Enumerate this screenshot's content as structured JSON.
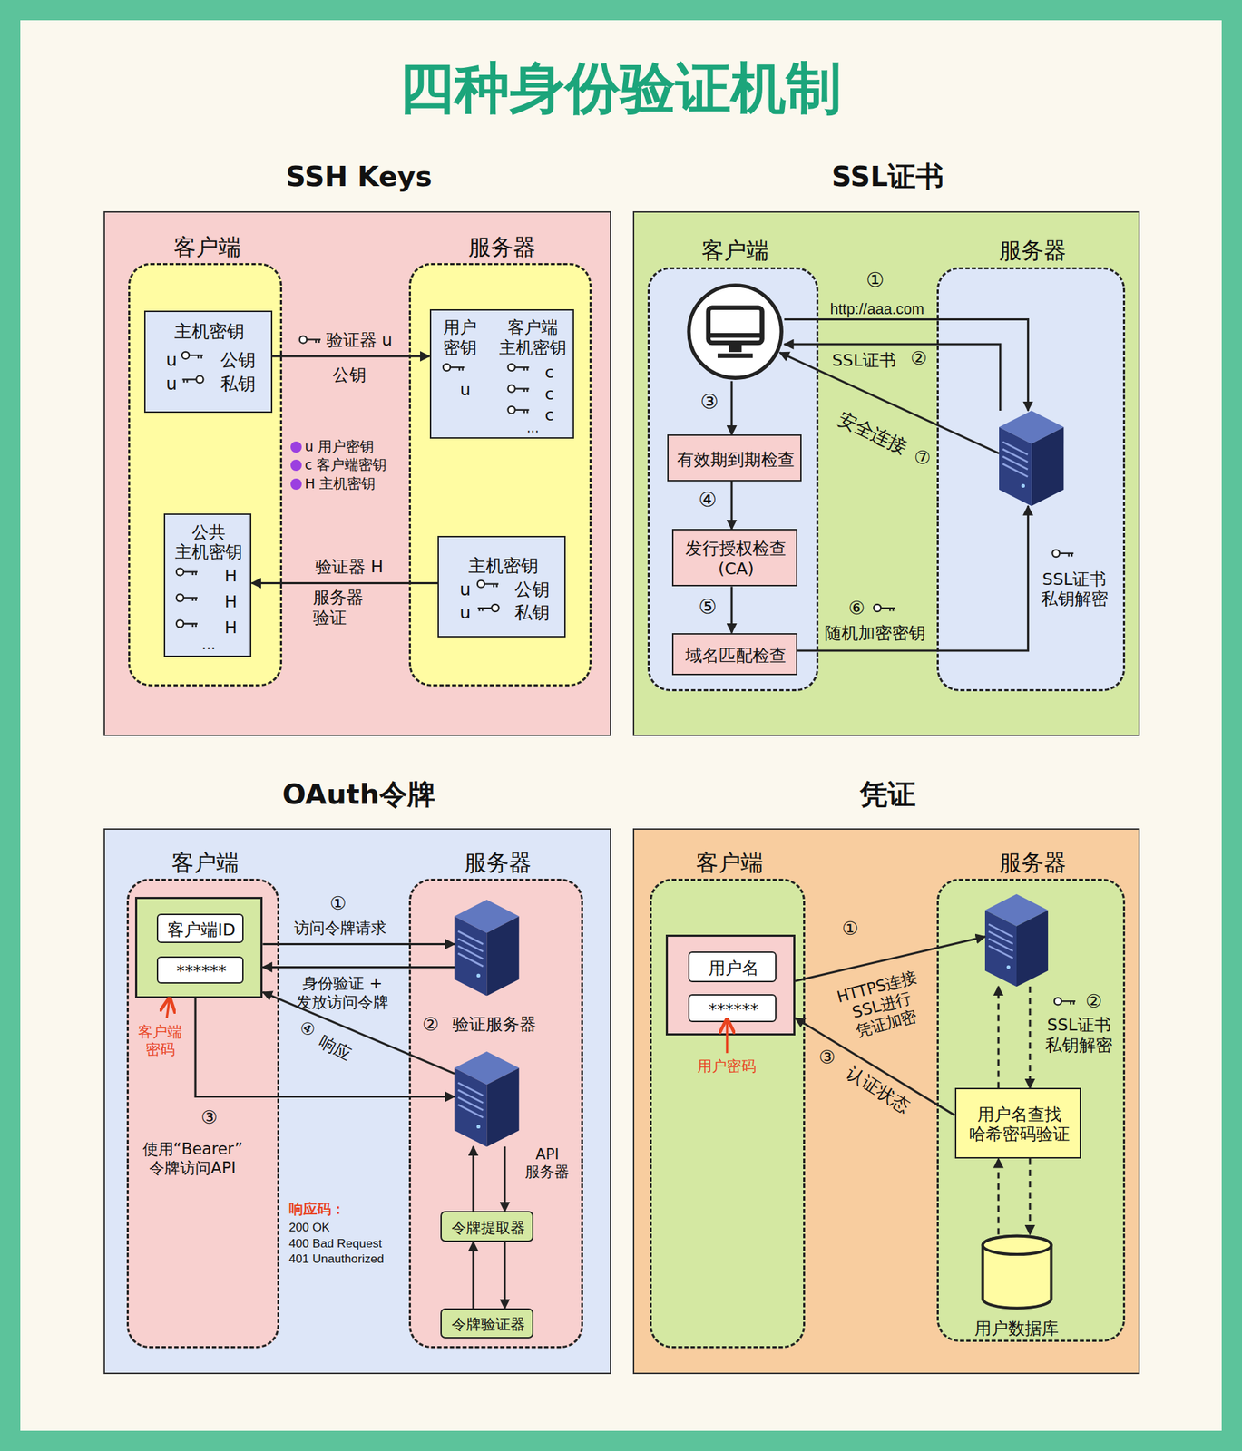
{
  "diagram": {
    "title": "四种身份验证机制",
    "nodes": [
      {
        "text": [
          "SSH Keys"
        ]
      },
      {
        "text": [
          "客户端"
        ],
        "in": 0
      },
      {
        "text": [
          "主机密钥",
          "u",
          "公钥",
          "u",
          "私钥"
        ],
        "in": 1
      },
      {
        "text": [
          "公共 主机密钥",
          "H",
          "H",
          "H",
          "..."
        ],
        "in": 1
      },
      {
        "text": [
          "服务器"
        ],
        "in": 0
      },
      {
        "text": [
          "用户 密钥",
          "客户端 主机密钥",
          "u",
          "c",
          "c",
          "c",
          "..."
        ],
        "in": 4
      },
      {
        "text": [
          "主机密钥",
          "u",
          "公钥",
          "u",
          "私钥"
        ],
        "in": 4
      },
      {
        "text": [
          "SSL证书"
        ]
      },
      {
        "text": [
          "客户端"
        ],
        "in": 7
      },
      {
        "text": [],
        "in": 8
      },
      {
        "text": [
          "有效期到期检查"
        ],
        "in": 8
      },
      {
        "text": [
          "发行授权检查 (CA)"
        ],
        "in": 8
      },
      {
        "text": [
          "域名匹配检查"
        ],
        "in": 8
      },
      {
        "text": [
          "服务器"
        ],
        "in": 7
      },
      {
        "text": [],
        "in": 13
      },
      {
        "text": [
          "OAuth令牌"
        ]
      },
      {
        "text": [
          "客户端"
        ],
        "in": 15
      },
      {
        "text": [],
        "in": 16
      },
      {
        "text": [
          "客户端ID"
        ],
        "in": 17
      },
      {
        "text": [
          "******"
        ],
        "in": 17
      },
      {
        "text": [
          "服务器"
        ],
        "in": 15
      },
      {
        "text": [],
        "in": 20
      },
      {
        "text": [],
        "in": 20
      },
      {
        "text": [
          "令牌提取器"
        ],
        "in": 20
      },
      {
        "text": [
          "令牌验证器"
        ],
        "in": 20
      },
      {
        "text": [
          "凭证"
        ]
      },
      {
        "text": [
          "客户端"
        ],
        "in": 25
      },
      {
        "text": [],
        "in": 26
      },
      {
        "text": [
          "用户名"
        ],
        "in": 27
      },
      {
        "text": [
          "******"
        ],
        "in": 27
      },
      {
        "text": [
          "服务器"
        ],
        "in": 25
      },
      {
        "text": [],
        "in": 30
      },
      {
        "text": [
          "用户名查找 哈希密码验证"
        ],
        "in": 30
      },
      {
        "text": [
          "用户数据库"
        ],
        "in": 30
      }
    ],
    "edges": [
      {
        "from": 2,
        "to": 5,
        "arrow": "to",
        "label": "验证器 u"
      },
      {
        "from": 6,
        "to": 3,
        "arrow": "to",
        "label": "验证器 H"
      },
      {
        "from": 9,
        "to": 14,
        "arrow": "to",
        "label": "http://aaa.com"
      },
      {
        "from": 14,
        "to": 9,
        "arrow": "to",
        "label": "SSL证书"
      },
      {
        "from": 14,
        "to": 9,
        "arrow": "to",
        "label": "安全连接"
      },
      {
        "from": 9,
        "to": 10,
        "arrow": "to"
      },
      {
        "from": 10,
        "to": 11,
        "arrow": "to"
      },
      {
        "from": 11,
        "to": 12,
        "arrow": "to"
      },
      {
        "from": 12,
        "to": 14,
        "arrow": "to",
        "label": "随机加密密钥"
      },
      {
        "from": 17,
        "to": 21,
        "arrow": "to",
        "label": "访问令牌请求"
      },
      {
        "from": 21,
        "to": 17,
        "arrow": "to",
        "label": "身份验证 + 发放访问令牌"
      },
      {
        "from": 17,
        "to": 22,
        "arrow": "to",
        "label": "使用“Bearer” 令牌访问API"
      },
      {
        "from": 22,
        "to": 17,
        "arrow": "to",
        "label": "响应"
      },
      {
        "from": 23,
        "to": 22,
        "arrow": "to"
      },
      {
        "from": 22,
        "to": 23,
        "arrow": "to"
      },
      {
        "from": 24,
        "to": 23,
        "arrow": "to"
      },
      {
        "from": 23,
        "to": 24,
        "arrow": "to"
      },
      {
        "from": 27,
        "to": 31,
        "arrow": "to",
        "label": "HTTPS连接 SSL进行 凭证加密"
      },
      {
        "from": 32,
        "to": 27,
        "arrow": "to",
        "label": "认证状态"
      },
      {
        "from": 31,
        "to": 32,
        "arrow": "to"
      },
      {
        "from": 32,
        "to": 31,
        "arrow": "to"
      },
      {
        "from": 32,
        "to": 33,
        "arrow": "to"
      },
      {
        "from": 33,
        "to": 32,
        "arrow": "to"
      }
    ],
    "labels": [
      "公钥",
      "服务器 验证",
      "①",
      "②",
      "③",
      "④",
      "⑤",
      "⑥",
      "⑦",
      "SSL证书 私钥解密",
      "①",
      "②",
      "验证服务器",
      "③",
      "④",
      "客户端 密码",
      "API 服务器",
      "响应码：",
      "200 OK",
      "400 Bad Request",
      "401 Unauthorized",
      "①",
      "②",
      "SSL证书 私钥解密",
      "③",
      "用户密码"
    ],
    "legend": [
      {
        "text": "u 用户密钥",
        "color": "#9b3fe0"
      },
      {
        "text": "c 客户端密钥",
        "color": "#9b3fe0"
      },
      {
        "text": "H 主机密钥",
        "color": "#9b3fe0"
      }
    ]
  }
}
